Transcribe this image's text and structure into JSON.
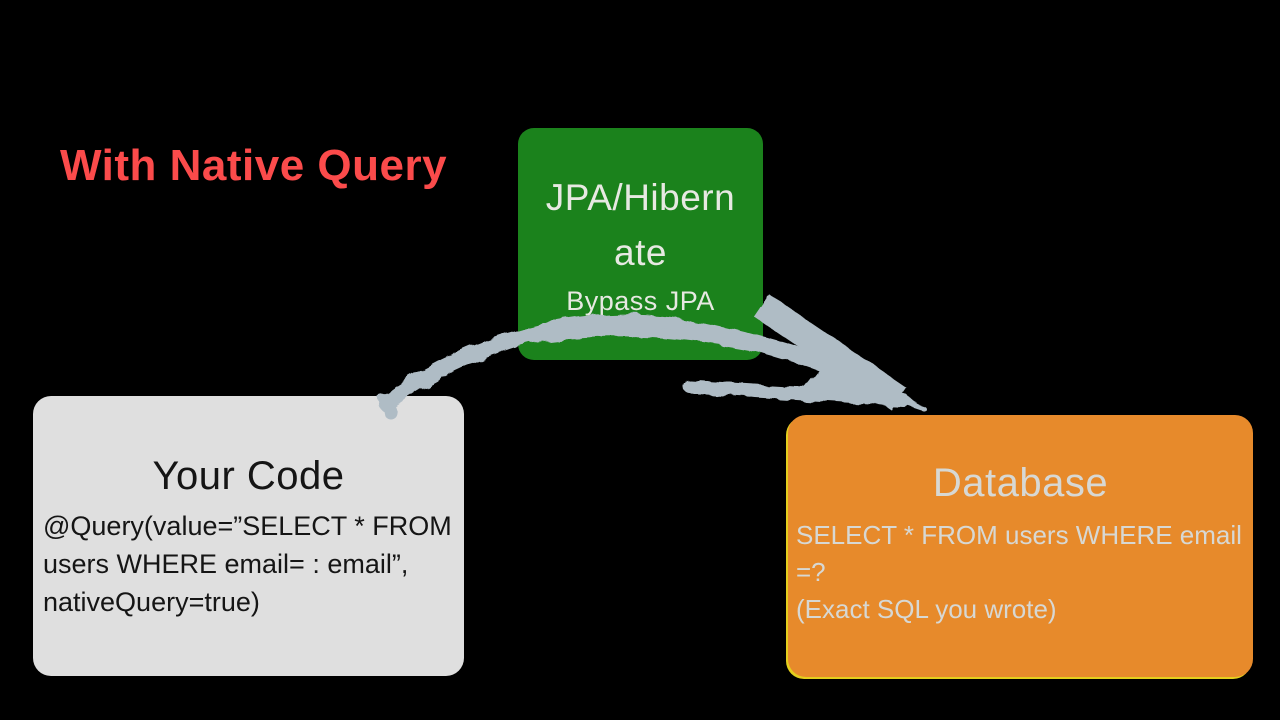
{
  "heading": {
    "label": "With Native Query"
  },
  "colors": {
    "background": "#000000",
    "heading_text": "#FB4B4B",
    "jpa_bg": "#1B821C",
    "jpa_text": "#E7E9E2",
    "code_bg": "#DFDFDF",
    "code_text": "#151515",
    "db_bg": "#E78A2B",
    "db_text": "#D7D8D4",
    "db_edge": "#E4CF1D",
    "arrow": "#AFBCC5"
  },
  "nodes": {
    "jpa": {
      "title_lines": [
        "JPA/Hibern",
        "ate"
      ],
      "subtitle": "Bypass JPA"
    },
    "your_code": {
      "title": "Your Code",
      "body_lines": [
        "@Query(value=”SELECT * FROM",
        "users WHERE email= : email”,",
        "nativeQuery=true)"
      ]
    },
    "database": {
      "title": "Database",
      "body_lines": [
        "SELECT * FROM users WHERE email",
        "=?",
        "(Exact SQL you wrote)"
      ]
    }
  }
}
